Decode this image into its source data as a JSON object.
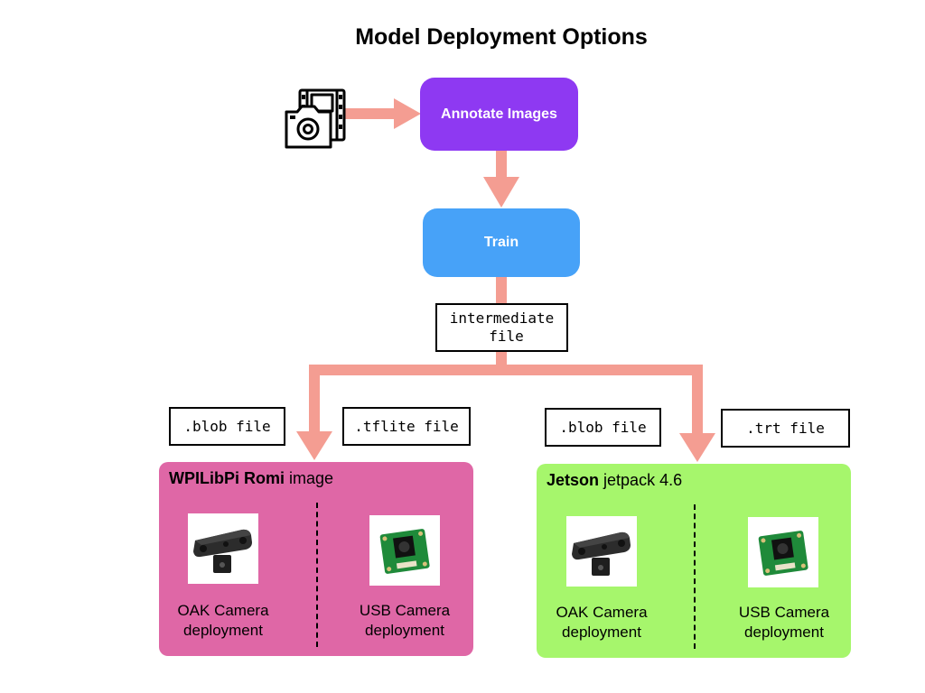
{
  "title": "Model Deployment Options",
  "nodes": {
    "annotate": "Annotate Images",
    "train": "Train"
  },
  "files": {
    "intermediate_line1": "intermediate",
    "intermediate_line2": "file",
    "wpi_blob": ".blob file",
    "wpi_tflite": ".tflite file",
    "jetson_blob": ".blob file",
    "jetson_trt": ".trt file"
  },
  "panels": {
    "wpi": {
      "title_bold": "WPILibPi Romi",
      "title_rest": " image",
      "left_caption_1": "OAK Camera",
      "left_caption_2": "deployment",
      "right_caption_1": "USB Camera",
      "right_caption_2": "deployment",
      "color": "#df67a6"
    },
    "jetson": {
      "title_bold": "Jetson",
      "title_rest": " jetpack 4.6",
      "left_caption_1": "OAK Camera",
      "left_caption_2": "deployment",
      "right_caption_1": "USB Camera",
      "right_caption_2": "deployment",
      "color": "#a6f66c"
    }
  },
  "icons": {
    "camera": "camera-film-icon",
    "oak": "oak-camera-icon",
    "usb": "usb-camera-board-icon"
  },
  "colors": {
    "arrow": "#f49d92",
    "annotate": "#8e39f2",
    "train": "#47a2f8"
  }
}
